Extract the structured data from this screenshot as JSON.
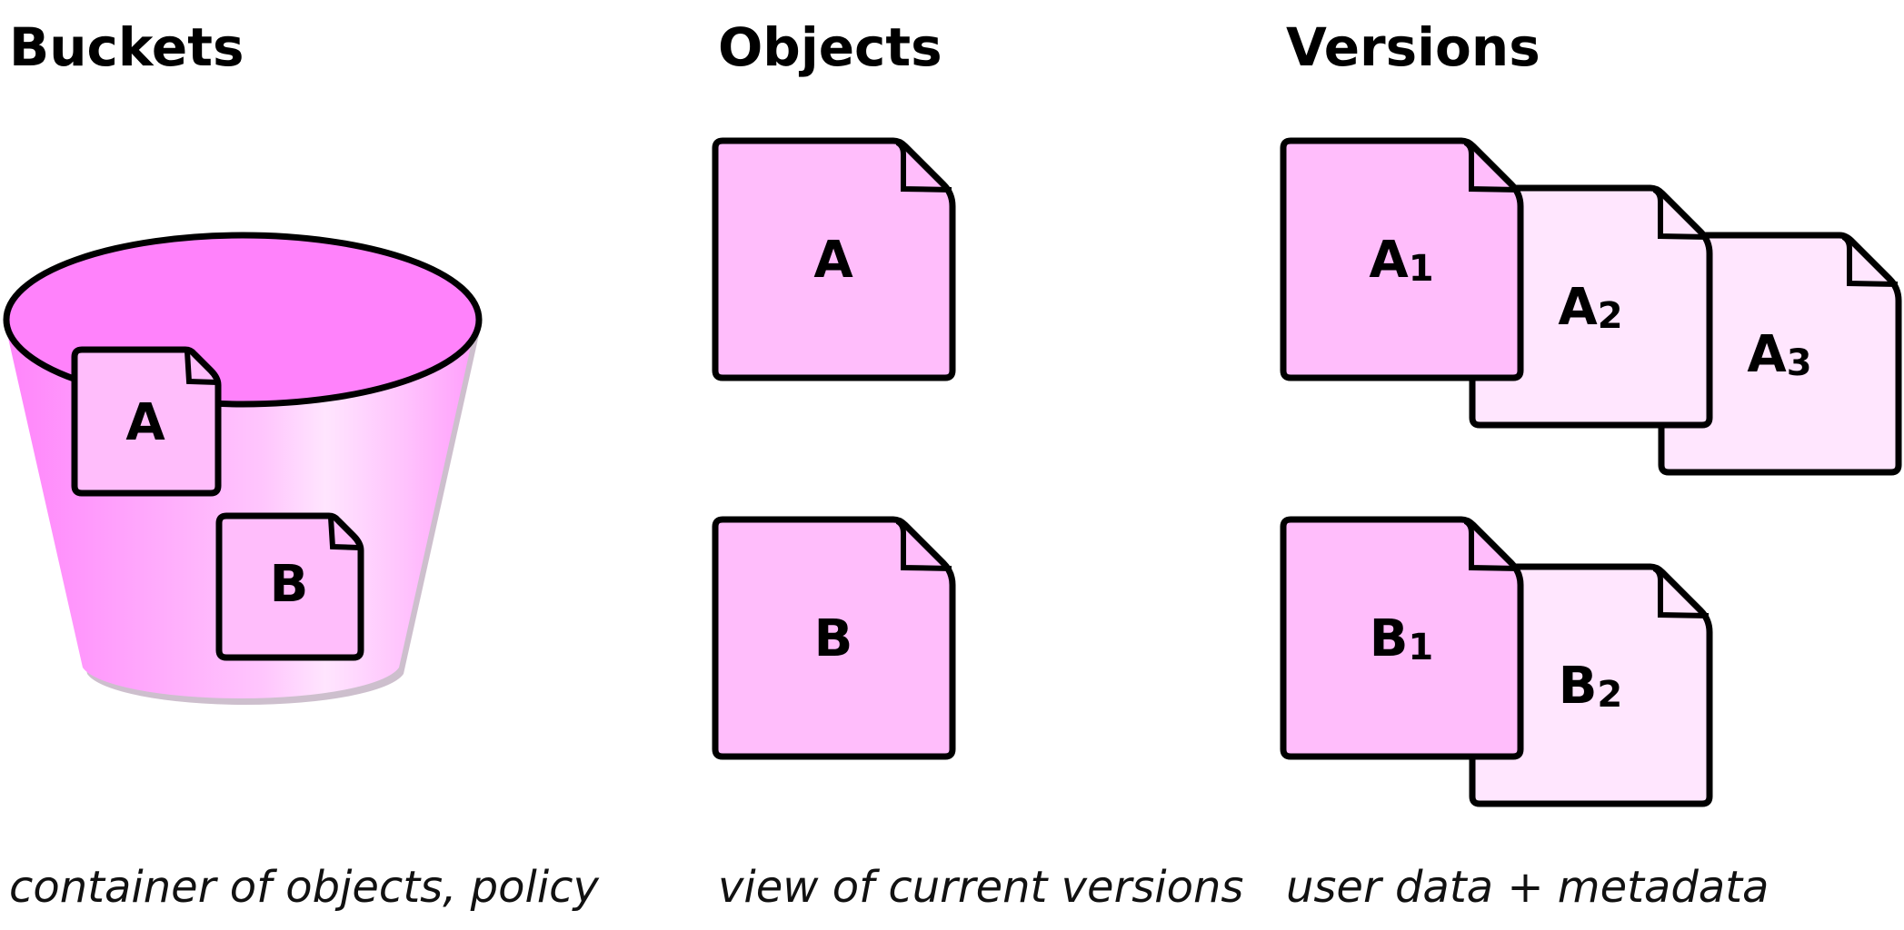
{
  "columns": [
    {
      "heading": "Buckets",
      "caption": "container of objects, policy"
    },
    {
      "heading": "Objects",
      "caption": "view of current versions"
    },
    {
      "heading": "Versions",
      "caption": "user data + metadata"
    }
  ],
  "bucket": {
    "docs": [
      "A",
      "B"
    ]
  },
  "objects": [
    "A",
    "B"
  ],
  "versions": [
    {
      "name": "A",
      "items": [
        "1",
        "2",
        "3"
      ]
    },
    {
      "name": "B",
      "items": [
        "1",
        "2"
      ]
    }
  ],
  "colors": {
    "doc_fill": "#ffbdfb",
    "doc_fill_light": "#ffe6fe",
    "bucket_top": "#ff80fb",
    "bucket_body_dark": "#ff8cfb",
    "bucket_body_light": "#ffe2fd",
    "outline": "#000000",
    "shadow": "#cfc4cf"
  }
}
